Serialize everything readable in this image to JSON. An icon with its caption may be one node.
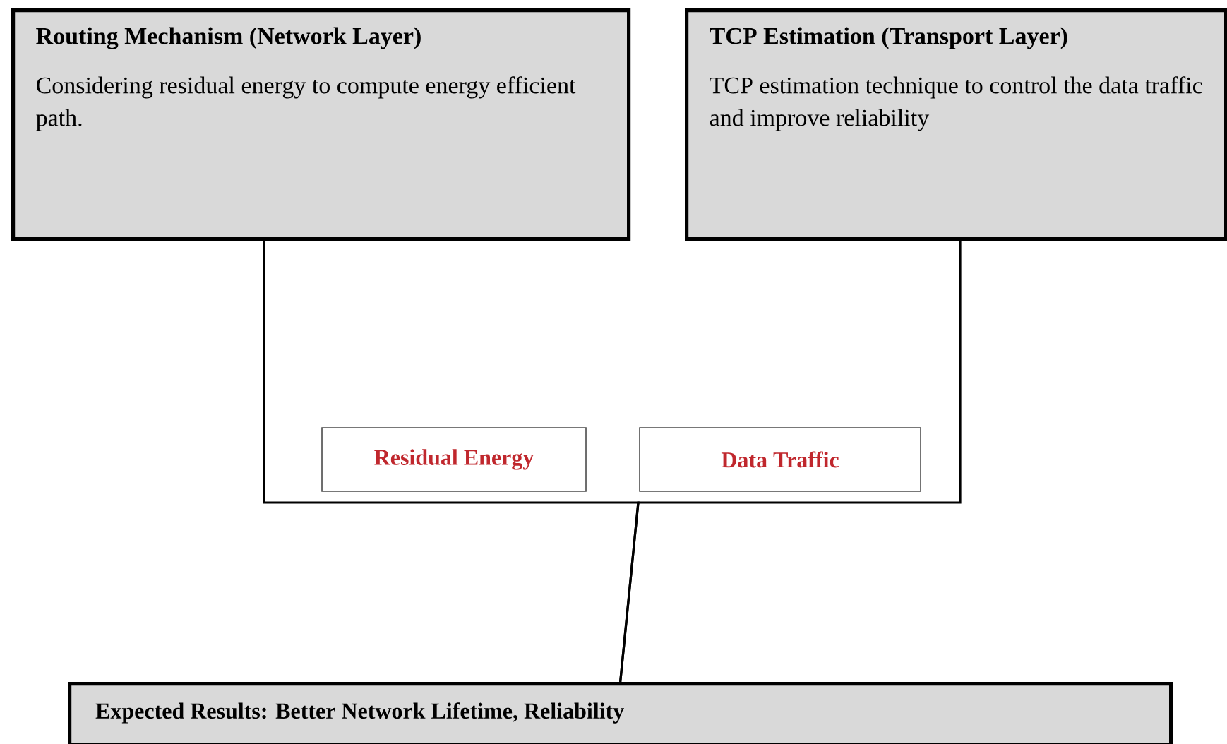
{
  "diagram": {
    "nodes": [
      {
        "text": [
          "Routing Mechanism (Network Layer)",
          "Considering residual energy to compute energy efficient path."
        ]
      },
      {
        "text": [
          "TCP Estimation (Transport Layer)",
          "TCP estimation technique to control the data traffic and improve reliability"
        ]
      },
      {
        "text": [
          "Residual Energy"
        ]
      },
      {
        "text": [
          "Data Traffic"
        ]
      },
      {
        "text": [
          "Expected Results: Better Network Lifetime, Reliability"
        ]
      }
    ],
    "edges": [
      {
        "from": 0,
        "to": 4,
        "arrow": "none"
      },
      {
        "from": 1,
        "to": 4,
        "arrow": "none"
      }
    ]
  }
}
